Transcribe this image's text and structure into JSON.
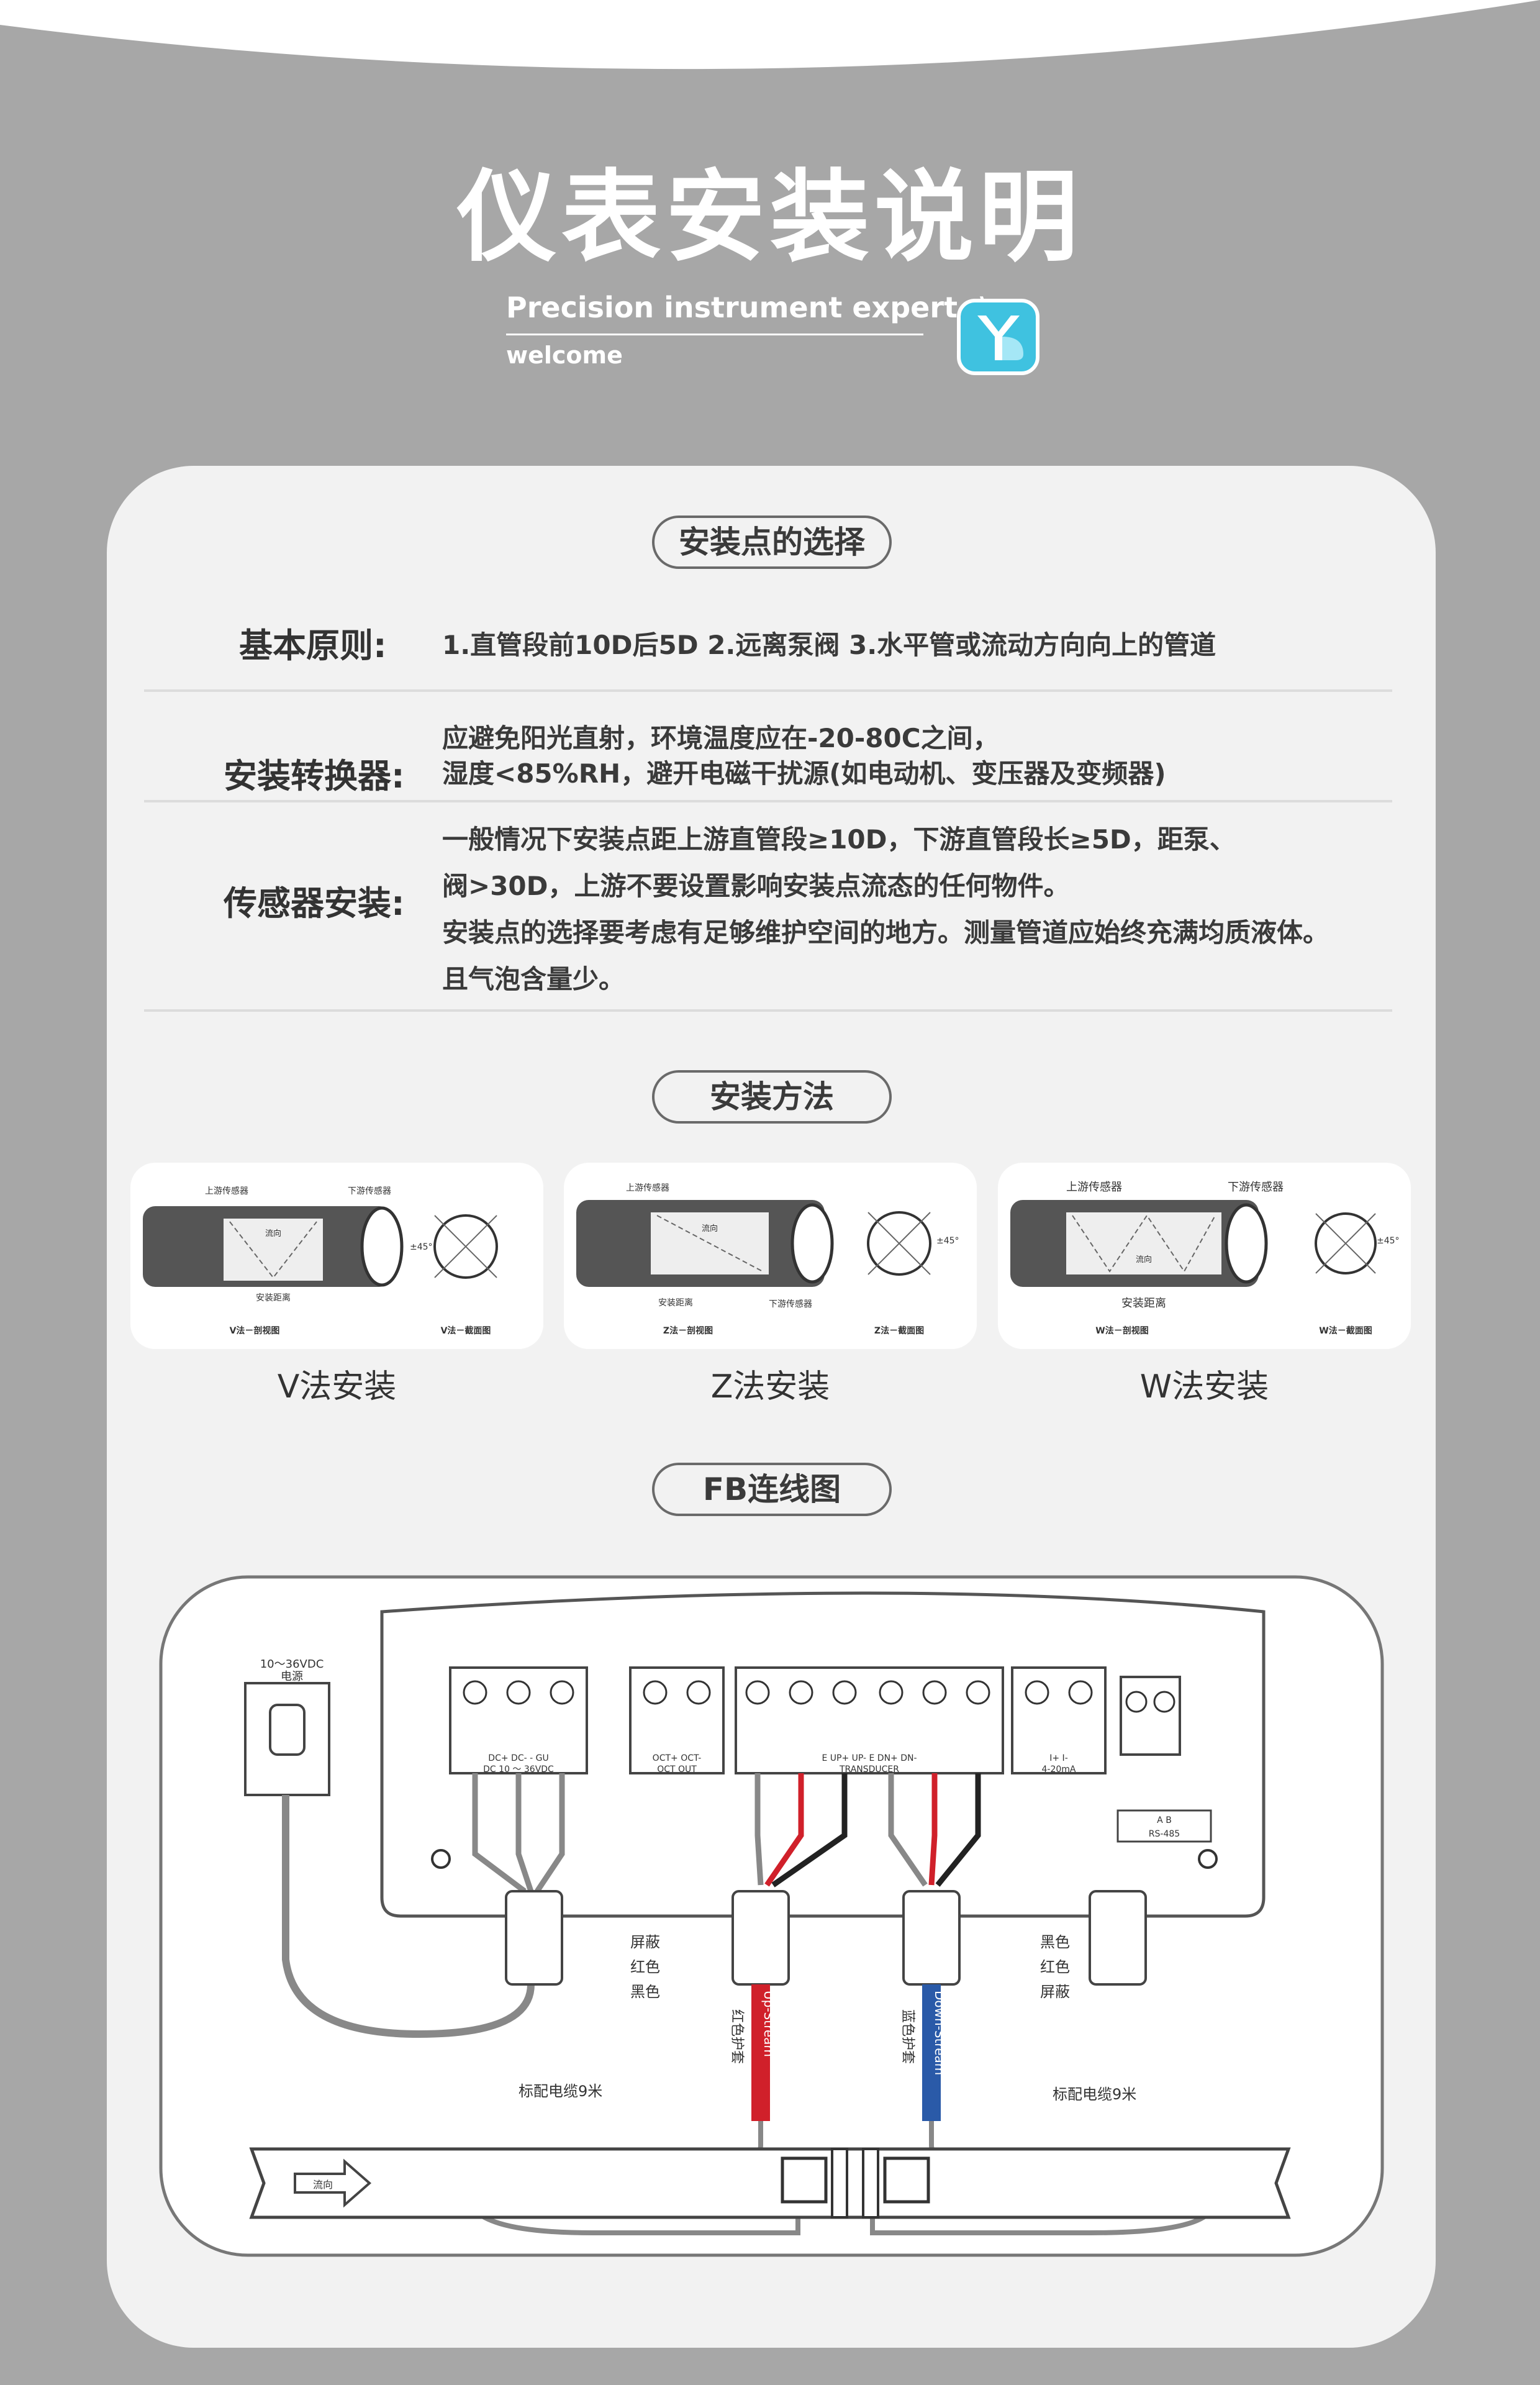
{
  "header": {
    "title": "仪表安装说明",
    "subtitle": "Precision instrument expert",
    "subtitle_mark": "\\",
    "welcome": "welcome",
    "logo_icon": "y-logo-icon",
    "logo_color": "#3fc2e0"
  },
  "section_selection": {
    "heading": "安装点的选择",
    "rows": [
      {
        "label": "基本原则:",
        "lines": [
          "1.直管段前10D后5D 2.远离泵阀 3.水平管或流动方向向上的管道"
        ]
      },
      {
        "label": "安装转换器:",
        "lines": [
          "应避免阳光直射，环境温度应在-20-80C之间，",
          "湿度<85%RH，避开电磁干扰源(如电动机、变压器及变频器)"
        ]
      },
      {
        "label": "传感器安装:",
        "lines": [
          "一般情况下安装点距上游直管段≥10D，下游直管段长≥5D，距泵、",
          "阀>30D，上游不要设置影响安装点流态的任何物件。",
          "安装点的选择要考虑有足够维护空间的地方。测量管道应始终充满均质液体。",
          "且气泡含量少。"
        ]
      }
    ]
  },
  "section_method": {
    "heading": "安装方法",
    "diagrams": [
      {
        "caption": "V法安装",
        "side": "V法－剖视图",
        "end": "V法－截面图",
        "up": "上游传感器",
        "down": "下游传感器",
        "spacing": "安装距离",
        "flow": "流向",
        "angle": "±45°"
      },
      {
        "caption": "Z法安装",
        "side": "Z法－剖视图",
        "end": "Z法－截面图",
        "up": "上游传感器",
        "down": "下游传感器",
        "spacing": "安装距离",
        "flow": "流向",
        "angle": "±45°"
      },
      {
        "caption": "W法安装",
        "side": "W法－剖视图",
        "end": "W法－截面图",
        "up": "上游传感器",
        "down": "下游传感器",
        "spacing": "安装距离",
        "flow": "流向",
        "angle": "±45°"
      }
    ]
  },
  "section_wiring": {
    "heading": "FB连线图",
    "power": [
      "10～36VDC",
      "电源"
    ],
    "terminals": {
      "power_pins": "DC+  DC-  - GU",
      "power_label": "DC  10 ～ 36VDC",
      "oct_pins": "OCT+ OCT-",
      "oct_label": "OCT OUT",
      "transducer_pins": "E  UP+  UP-      E  DN+  DN-",
      "transducer_label": "TRANSDUCER",
      "current_pins": "I+    I-",
      "current_label": "4-20mA",
      "rs485_pins": "A    B",
      "rs485_label": "RS-485"
    },
    "left_wire_labels": [
      "屏蔽",
      "红色",
      "黑色"
    ],
    "right_wire_labels": [
      "黑色",
      "红色",
      "屏蔽"
    ],
    "up_sleeve": "红色护套",
    "up_stream": "Up-Stream",
    "down_sleeve": "蓝色护套",
    "down_stream": "Down-Stream",
    "cable_left": "标配电缆9米",
    "cable_right": "标配电缆9米",
    "flow": "流向",
    "colors": {
      "red": "#d0202a",
      "blue": "#2a5aa8",
      "cable": "#888888"
    }
  }
}
